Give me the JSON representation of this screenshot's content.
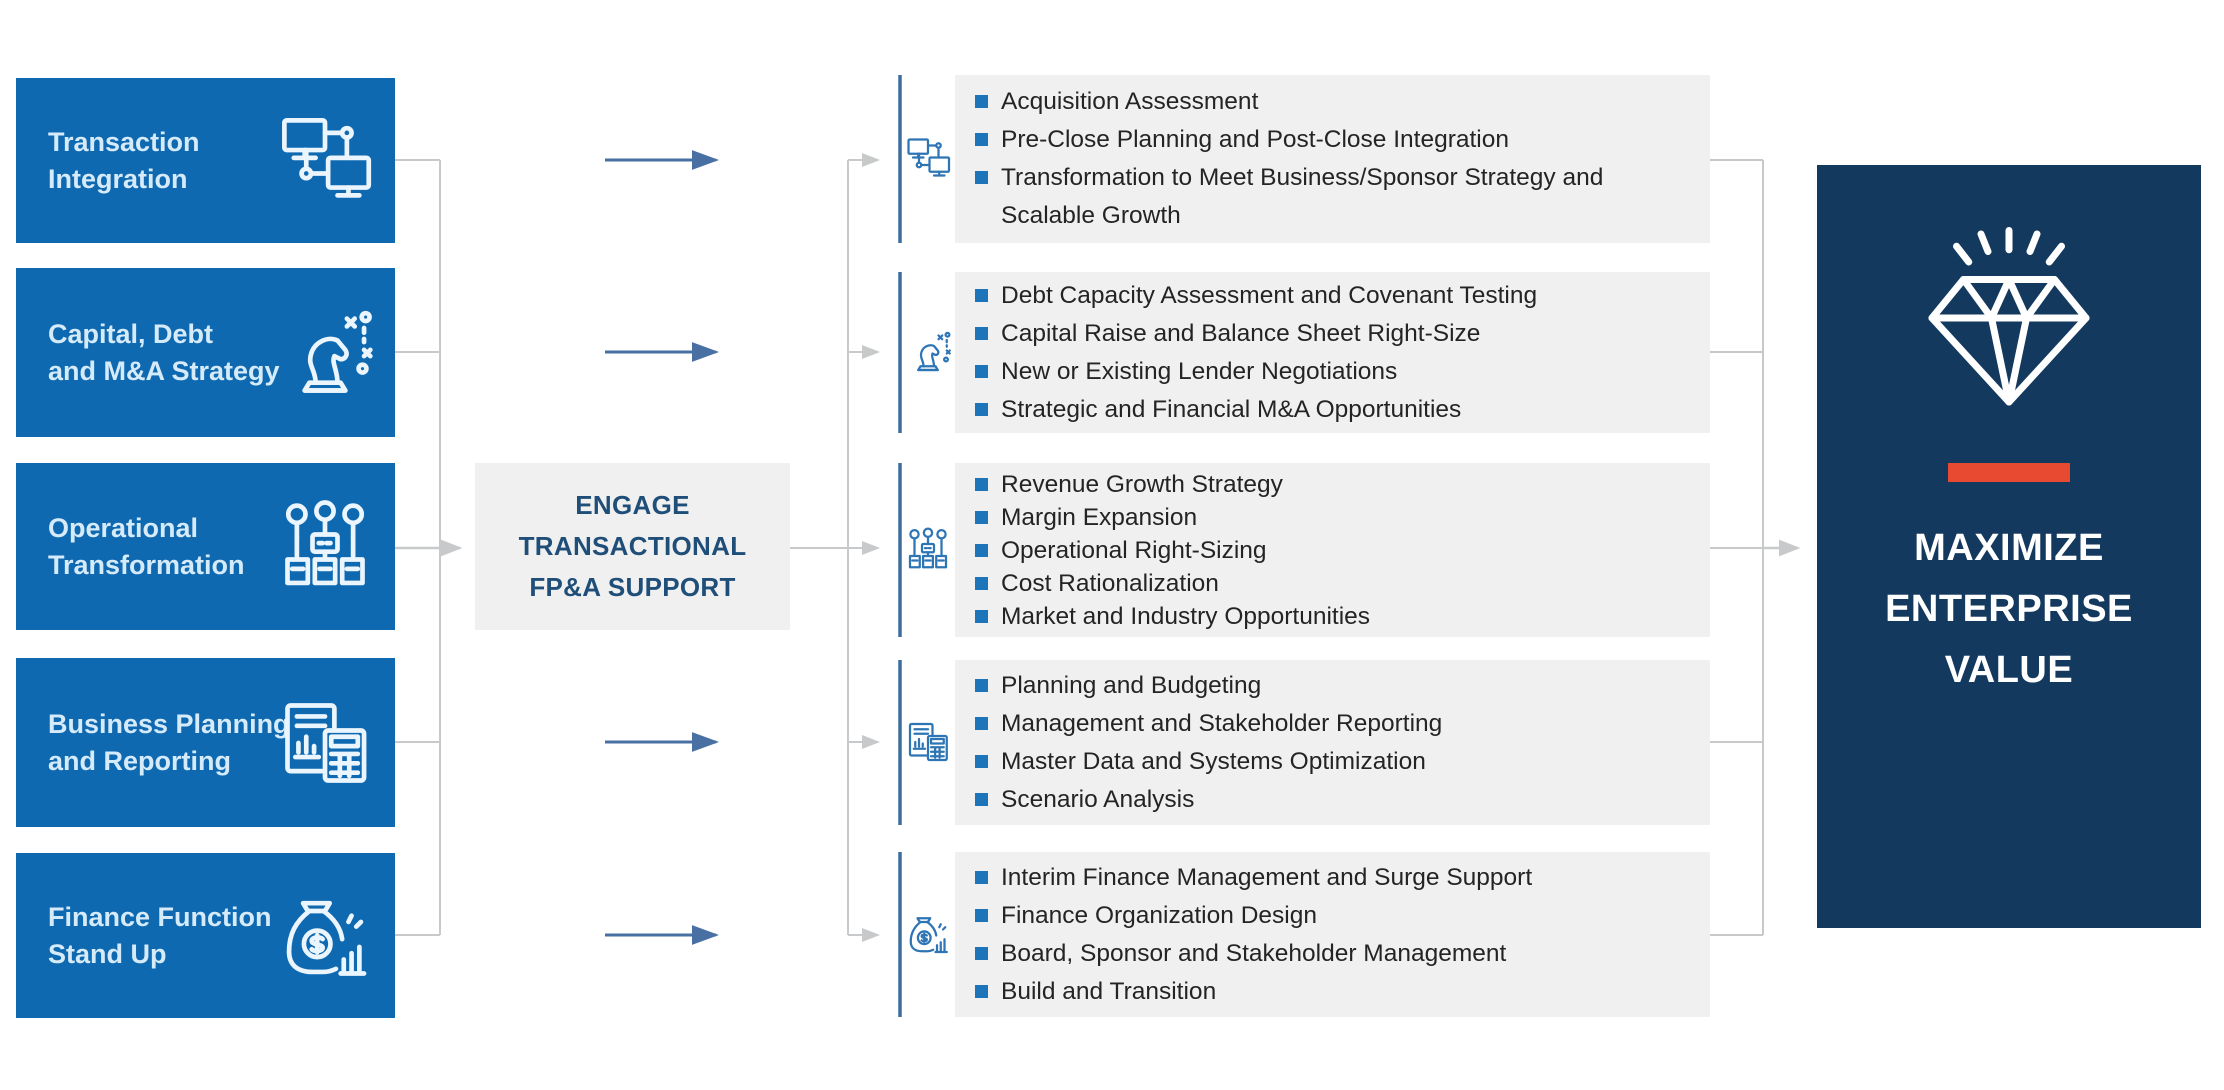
{
  "colors": {
    "primary_blue": "#0f69b0",
    "dark_navy": "#14395e",
    "accent_red": "#e84a31",
    "steel_blue": "#4870a3",
    "icon_blue": "#2e75b5",
    "light_gray_box": "#f0f0f0",
    "connector_gray": "#c7c9cb",
    "bullet_blue": "#1e74b9",
    "segment_blue": "#3e6d9f"
  },
  "left_boxes": [
    {
      "label": "Transaction\nIntegration",
      "icon": "network-computers-icon"
    },
    {
      "label": "Capital, Debt\nand M&A Strategy",
      "icon": "chess-knight-icon"
    },
    {
      "label": "Operational\nTransformation",
      "icon": "org-chart-icon"
    },
    {
      "label": "Business Planning\nand Reporting",
      "icon": "report-calculator-icon"
    },
    {
      "label": "Finance Function\nStand Up",
      "icon": "money-bag-icon"
    }
  ],
  "engage_box": {
    "label": "ENGAGE\nTRANSACTIONAL\nFP&A SUPPORT"
  },
  "right_rows": [
    {
      "icon": "network-computers-icon",
      "bullets": [
        "Acquisition Assessment",
        "Pre-Close Planning and Post-Close Integration",
        "Transformation to Meet Business/Sponsor Strategy and Scalable Growth"
      ]
    },
    {
      "icon": "chess-knight-icon",
      "bullets": [
        "Debt Capacity Assessment and Covenant Testing",
        "Capital Raise and Balance Sheet Right-Size",
        "New or Existing Lender Negotiations",
        "Strategic and Financial M&A Opportunities"
      ]
    },
    {
      "icon": "org-chart-icon",
      "bullets": [
        "Revenue Growth Strategy",
        "Margin Expansion",
        "Operational Right-Sizing",
        "Cost Rationalization",
        "Market and Industry Opportunities"
      ]
    },
    {
      "icon": "report-calculator-icon",
      "bullets": [
        "Planning and Budgeting",
        "Management and Stakeholder Reporting",
        "Master Data and Systems Optimization",
        "Scenario Analysis"
      ]
    },
    {
      "icon": "money-bag-icon",
      "bullets": [
        "Interim Finance Management and Surge Support",
        "Finance Organization Design",
        "Board, Sponsor and Stakeholder Management",
        "Build and Transition"
      ]
    }
  ],
  "outcome_box": {
    "label": "MAXIMIZE\nENTERPRISE\nVALUE",
    "icon": "diamond-icon"
  }
}
